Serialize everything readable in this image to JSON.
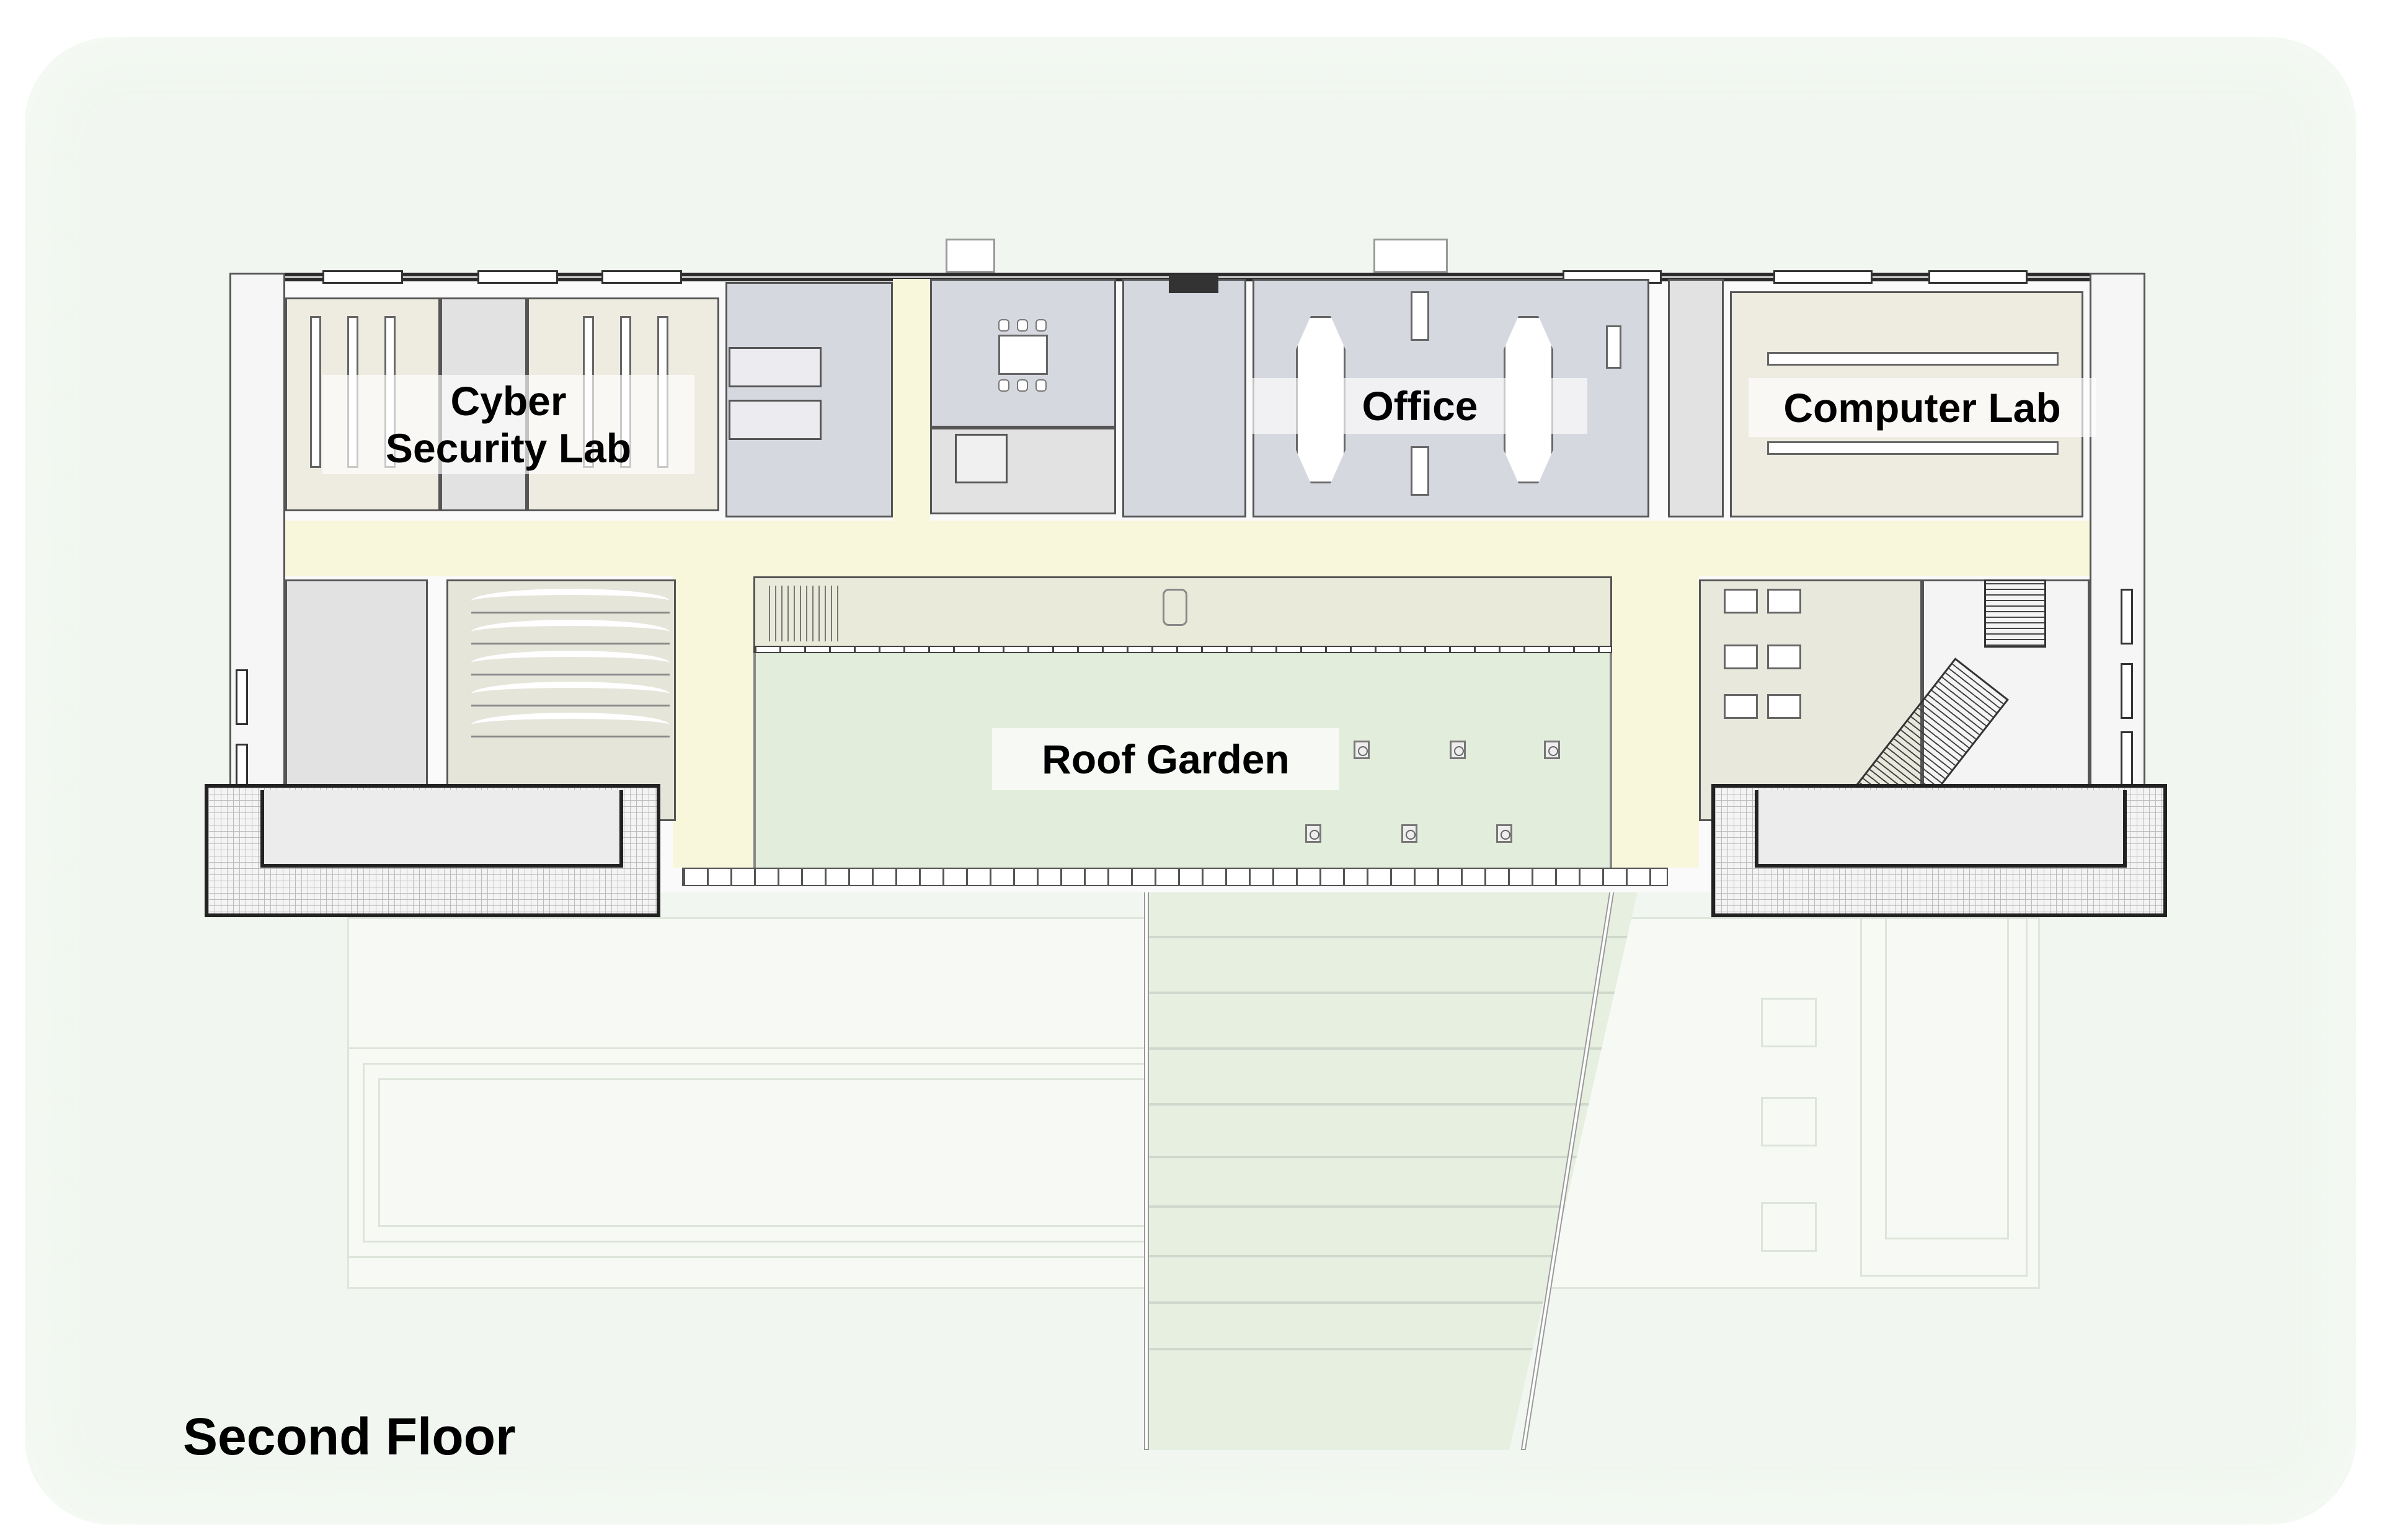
{
  "plan": {
    "title": "Second Floor",
    "rooms": [
      {
        "id": "cyber-security-lab",
        "label": "Cyber\nSecurity Lab"
      },
      {
        "id": "office",
        "label": "Office"
      },
      {
        "id": "computer-lab",
        "label": "Computer Lab"
      },
      {
        "id": "roof-garden",
        "label": "Roof Garden"
      }
    ],
    "unlabeled_spaces": [
      "meeting-room",
      "restrooms",
      "elevator-core",
      "lecture-hall",
      "study-area",
      "stairwell",
      "corridor",
      "terrace-steps"
    ]
  },
  "colors": {
    "background": "#f1f7f0",
    "corridor": "#f8f7dc",
    "office_floor": "#d6d8e0",
    "lab_floor": "#eeece1",
    "roof_garden": "#e2eddb",
    "walls": "#2a2a2a",
    "label_text": "#000000"
  }
}
